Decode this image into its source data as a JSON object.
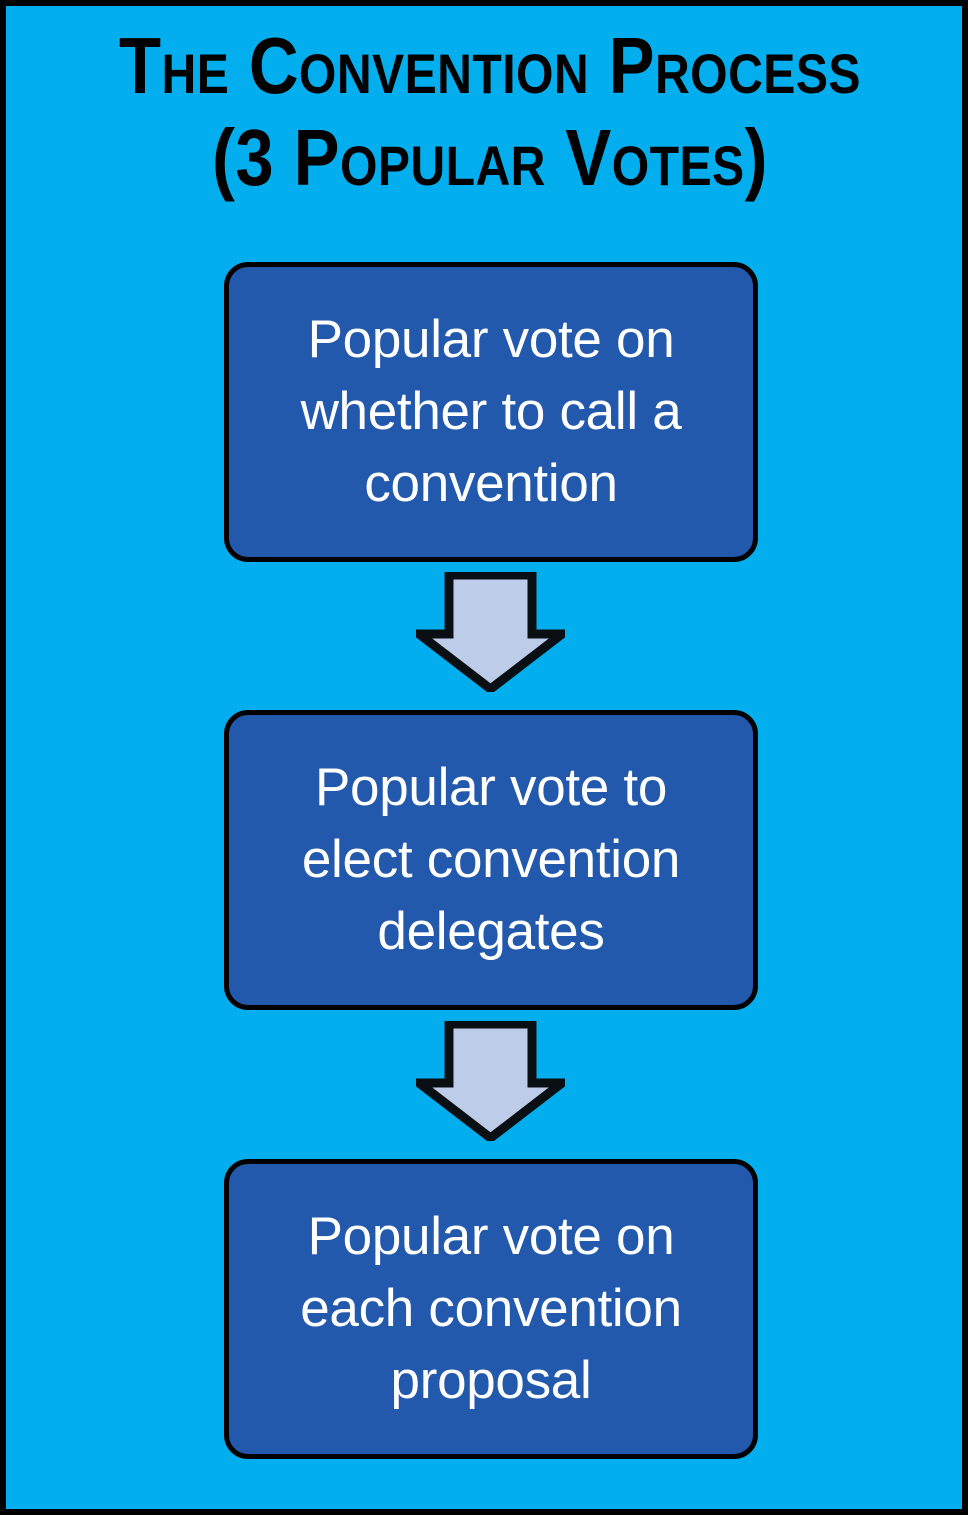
{
  "poster": {
    "background_color": "#02AEEE",
    "border_color": "#000000",
    "title": {
      "line1": "The Convention Process",
      "line2": "(3 Popular Votes)",
      "color": "#000000"
    },
    "box_fill_color": "#2259AC",
    "box_text_color": "#FFFFFF",
    "arrow_fill_color": "#BDCCE8",
    "arrow_outline_color": "#0A0F14"
  },
  "chart_data": {
    "type": "diagram",
    "title": "The Convention Process (3 Popular Votes)",
    "steps": [
      {
        "index": 1,
        "label": "Popular vote on whether to call a convention"
      },
      {
        "index": 2,
        "label": "Popular vote to elect convention delegates"
      },
      {
        "index": 3,
        "label": "Popular vote on each convention proposal"
      }
    ],
    "connectors": [
      {
        "from": 1,
        "to": 2,
        "shape": "down-arrow"
      },
      {
        "from": 2,
        "to": 3,
        "shape": "down-arrow"
      }
    ]
  },
  "flow": {
    "steps": [
      {
        "text": "Popular vote on whether to call a convention"
      },
      {
        "text": "Popular vote to elect convention delegates"
      },
      {
        "text": "Popular vote on each convention proposal"
      }
    ]
  }
}
